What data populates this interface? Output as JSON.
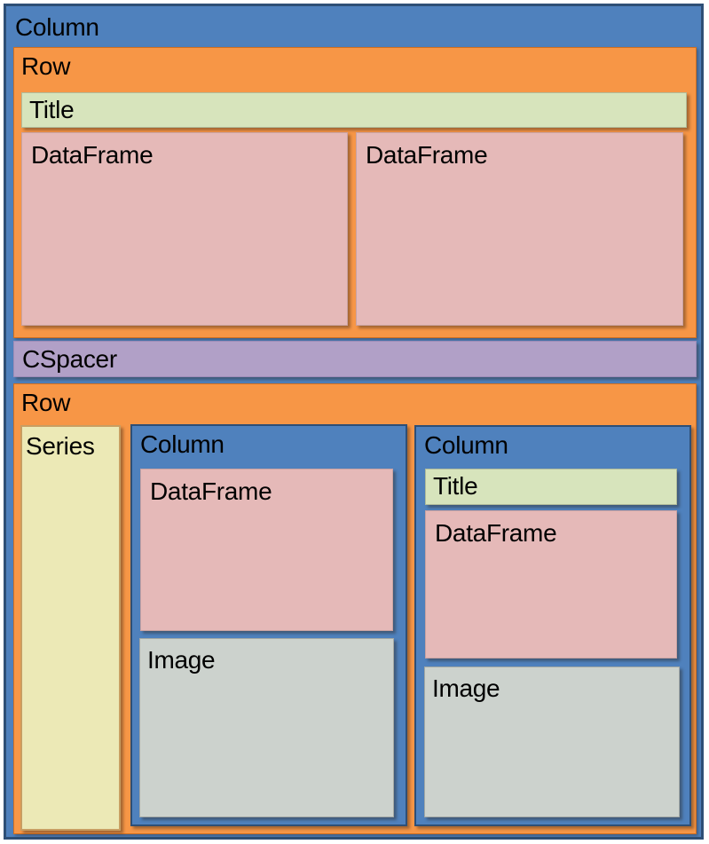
{
  "colors": {
    "column_blue": "#4f81bd",
    "column_border_navy": "#2e4f76",
    "row_orange": "#f79646",
    "title_green": "#d7e4bc",
    "dataframe_pink": "#e5b9b8",
    "cspacer_purple": "#b1a0c7",
    "series_yellow": "#ece9b6",
    "image_gray": "#ccd2cd",
    "text": "#000000"
  },
  "layout_tree": {
    "label": "Column",
    "children": [
      {
        "label": "Row",
        "children": [
          {
            "label": "Title"
          },
          {
            "label": "DataFrame"
          },
          {
            "label": "DataFrame"
          }
        ]
      },
      {
        "label": "CSpacer"
      },
      {
        "label": "Row",
        "children": [
          {
            "label": "Series"
          },
          {
            "label": "Column",
            "children": [
              {
                "label": "DataFrame"
              },
              {
                "label": "Image"
              }
            ]
          },
          {
            "label": "Column",
            "children": [
              {
                "label": "Title"
              },
              {
                "label": "DataFrame"
              },
              {
                "label": "Image"
              }
            ]
          }
        ]
      }
    ]
  }
}
